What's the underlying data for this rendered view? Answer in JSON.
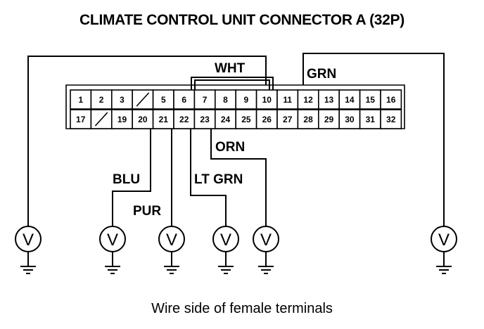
{
  "title": "CLIMATE CONTROL UNIT CONNECTOR A (32P)",
  "caption": "Wire side of female terminals",
  "wire_labels": {
    "wht": "WHT",
    "grn": "GRN",
    "orn": "ORN",
    "blu": "BLU",
    "pur": "PUR",
    "lt_grn": "LT GRN"
  },
  "connector": {
    "top_row": [
      "1",
      "2",
      "3",
      "",
      "5",
      "6",
      "7",
      "8",
      "9",
      "10",
      "11",
      "12",
      "13",
      "14",
      "15",
      "16"
    ],
    "bottom_row": [
      "17",
      "",
      "19",
      "20",
      "21",
      "22",
      "23",
      "24",
      "25",
      "26",
      "27",
      "28",
      "29",
      "30",
      "31",
      "32"
    ]
  },
  "meter_symbol": "V",
  "meter_count": 6
}
